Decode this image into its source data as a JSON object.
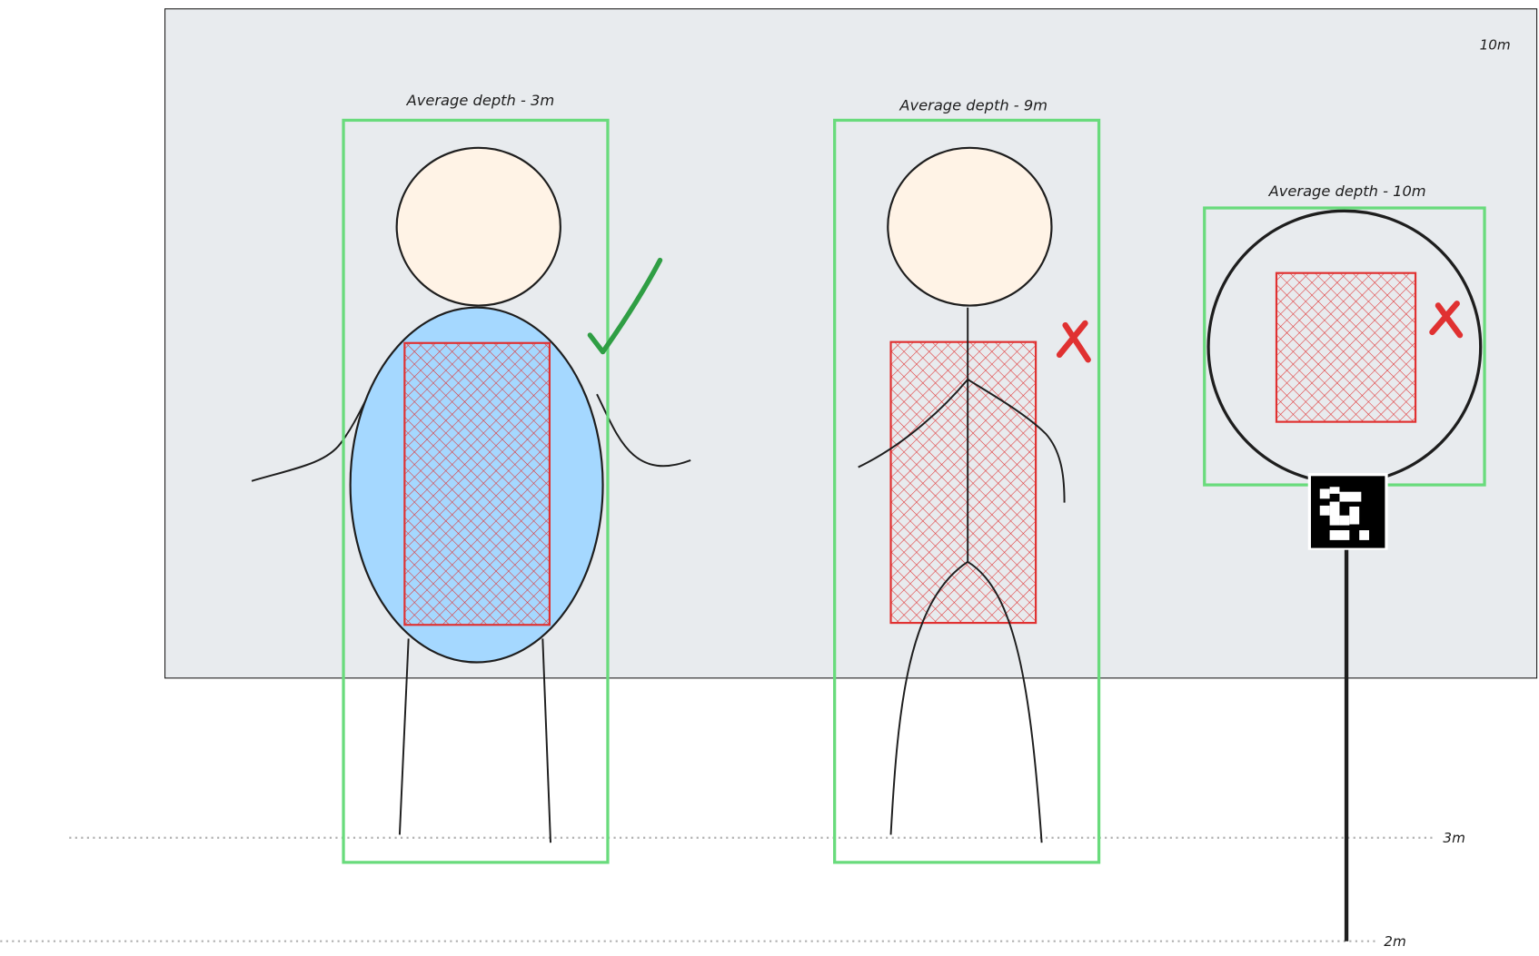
{
  "canvas": {
    "background_label": "10m",
    "colors": {
      "panel": "#e8ebee",
      "bbox": "#69db7c",
      "hatch": "#e03131",
      "body": "#a5d8ff",
      "head": "#fff3e6",
      "check": "#2f9e44"
    }
  },
  "objects": [
    {
      "label": "Average depth - 3m",
      "result": "check-icon"
    },
    {
      "label": "Average depth - 9m",
      "result": "x-icon"
    },
    {
      "label": "Average depth - 10m",
      "result": "x-icon"
    }
  ],
  "guides": [
    {
      "label": "3m"
    },
    {
      "label": "2m"
    }
  ]
}
